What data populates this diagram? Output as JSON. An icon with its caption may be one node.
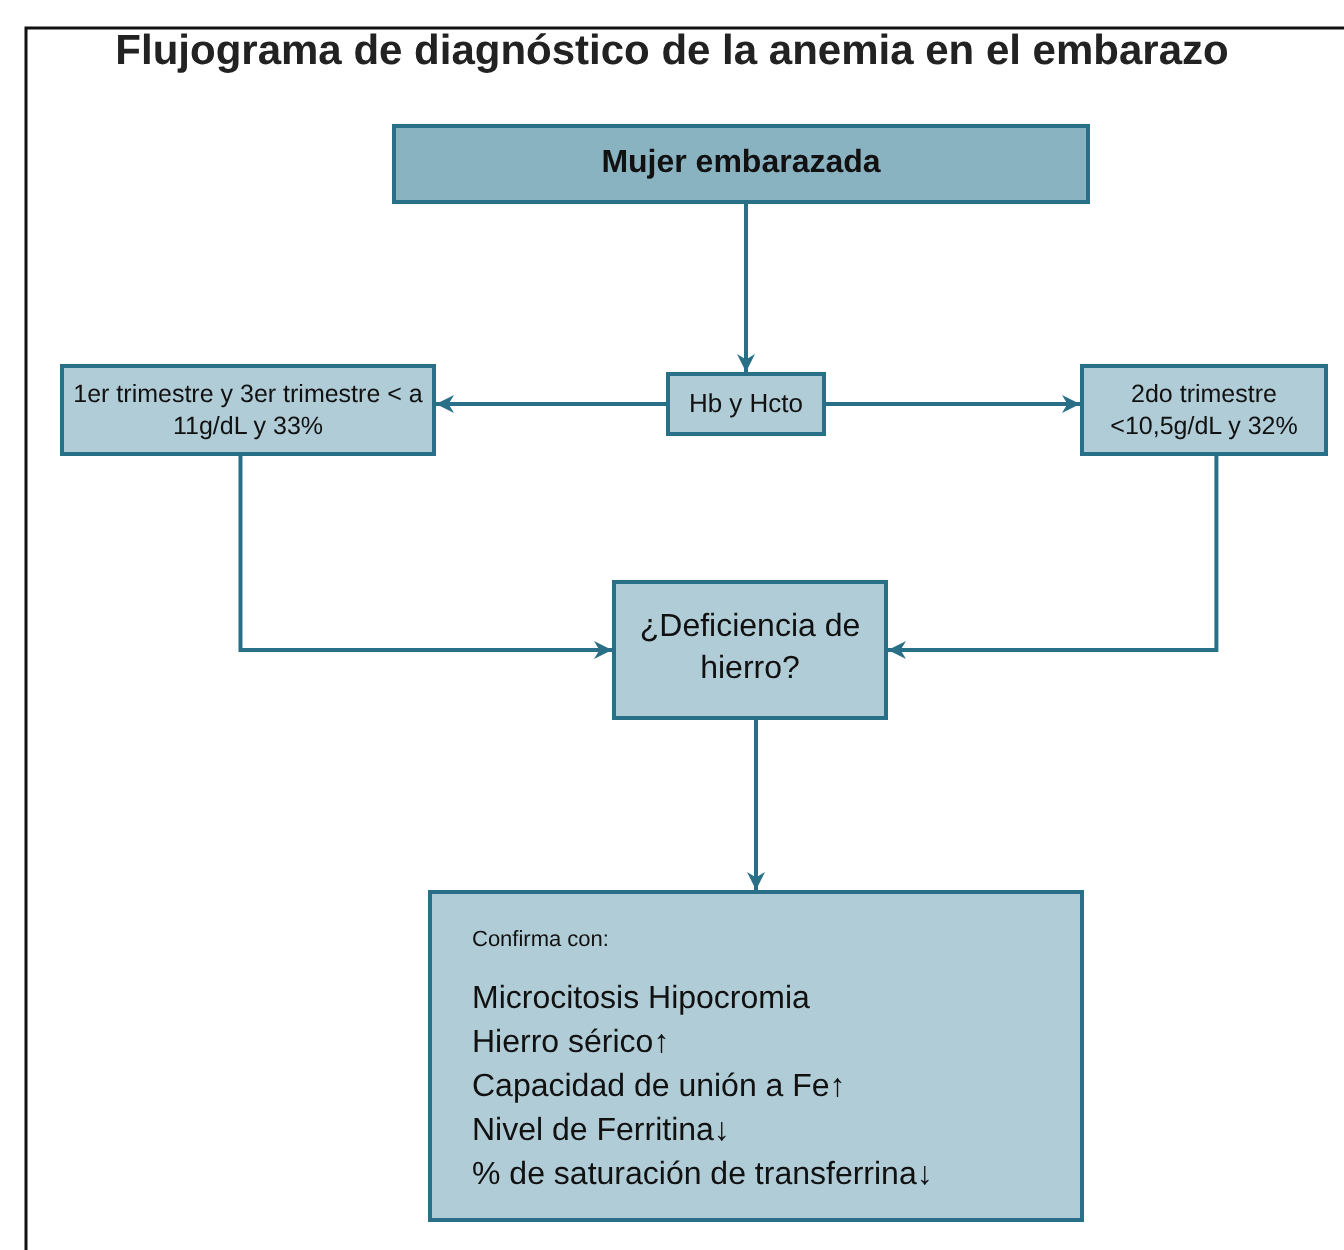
{
  "diagram": {
    "title": "Flujograma de diagnóstico de la anemia en el embarazo",
    "nodes": [
      {
        "text": [
          "Mujer embarazada"
        ]
      },
      {
        "text": [
          "Hb y Hcto"
        ]
      },
      {
        "text": [
          "1er trimestre y 3er trimestre < a 11g/dL y 33%"
        ]
      },
      {
        "text": [
          "2do trimestre <10,5g/dL y 32%"
        ]
      },
      {
        "text": [
          "¿Deficiencia de hierro?"
        ]
      },
      {
        "text": [
          "Confirma con:",
          "Microcitosis Hipocromia",
          "Hierro sérico↑",
          "Capacidad de unión a Fe↑",
          "Nivel de Ferritina↓",
          "% de saturación de transferrina↓"
        ]
      }
    ],
    "edges": [
      {
        "from": 0,
        "to": 1,
        "arrow": "to"
      },
      {
        "from": 1,
        "to": 2,
        "arrow": "to"
      },
      {
        "from": 1,
        "to": 3,
        "arrow": "to"
      },
      {
        "from": 2,
        "to": 4,
        "arrow": "to"
      },
      {
        "from": 3,
        "to": 4,
        "arrow": "to"
      },
      {
        "from": 4,
        "to": 5,
        "arrow": "to"
      }
    ]
  }
}
